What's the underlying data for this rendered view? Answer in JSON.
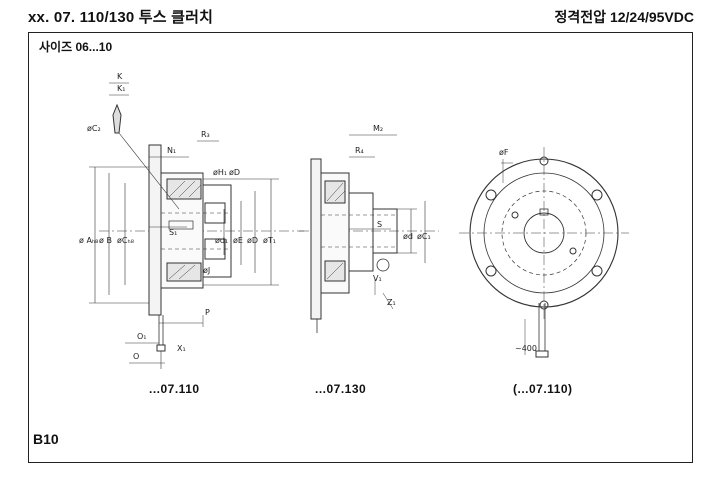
{
  "header": {
    "title": "xx. 07. 110/130 투스 클러치",
    "voltage": "정격전압 12/24/95VDC"
  },
  "drawing": {
    "size_label": "사이즈  06...10",
    "captions": [
      "...07.110",
      "...07.130",
      "(...07.110)"
    ],
    "page_code": "B10",
    "dim_labels": {
      "K": "K",
      "K1": "K₁",
      "C2": "øC₂",
      "R3": "R₃",
      "N1": "N₁",
      "H1": "øH₁",
      "D": "øD",
      "AH8": "ø Aₕ₈",
      "B": "ø B",
      "CH8": "øCₕ₈",
      "S1": "S₁",
      "d1": "ød₁",
      "E": "øE",
      "D2": "øD",
      "T1": "øT₁",
      "J": "øJ",
      "P": "P",
      "O1": "O₁",
      "X1": "X₁",
      "O": "O",
      "M2": "M₂",
      "R4": "R₄",
      "S": "S",
      "d": "ød",
      "C1": "øC₁",
      "V1": "V₁",
      "Z1": "Z₁",
      "F": "øF",
      "L400": "~400"
    }
  }
}
